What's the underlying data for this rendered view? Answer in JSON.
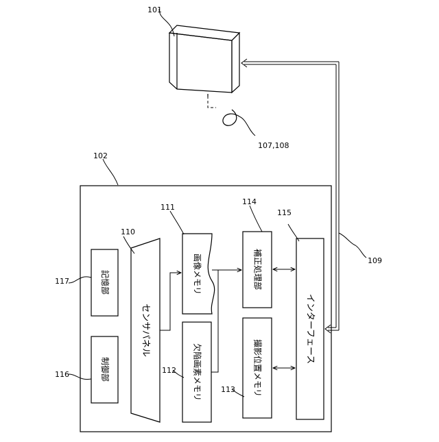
{
  "refs": {
    "r101": "101",
    "r102": "102",
    "r107": "107,108",
    "r109": "109",
    "r110": "110",
    "r111": "111",
    "r112": "112",
    "r113": "113",
    "r114": "114",
    "r115": "115",
    "r116": "116",
    "r117": "117"
  },
  "blocks": {
    "storage": "記憶部",
    "control": "制御部",
    "sensor_panel": "センサパネル",
    "image_memory": "画像メモリ",
    "defect_memory": "欠陥画素メモリ",
    "correction": "補正処理部",
    "position_memory": "撮影位置メモリ",
    "interface": "インターフェース"
  }
}
